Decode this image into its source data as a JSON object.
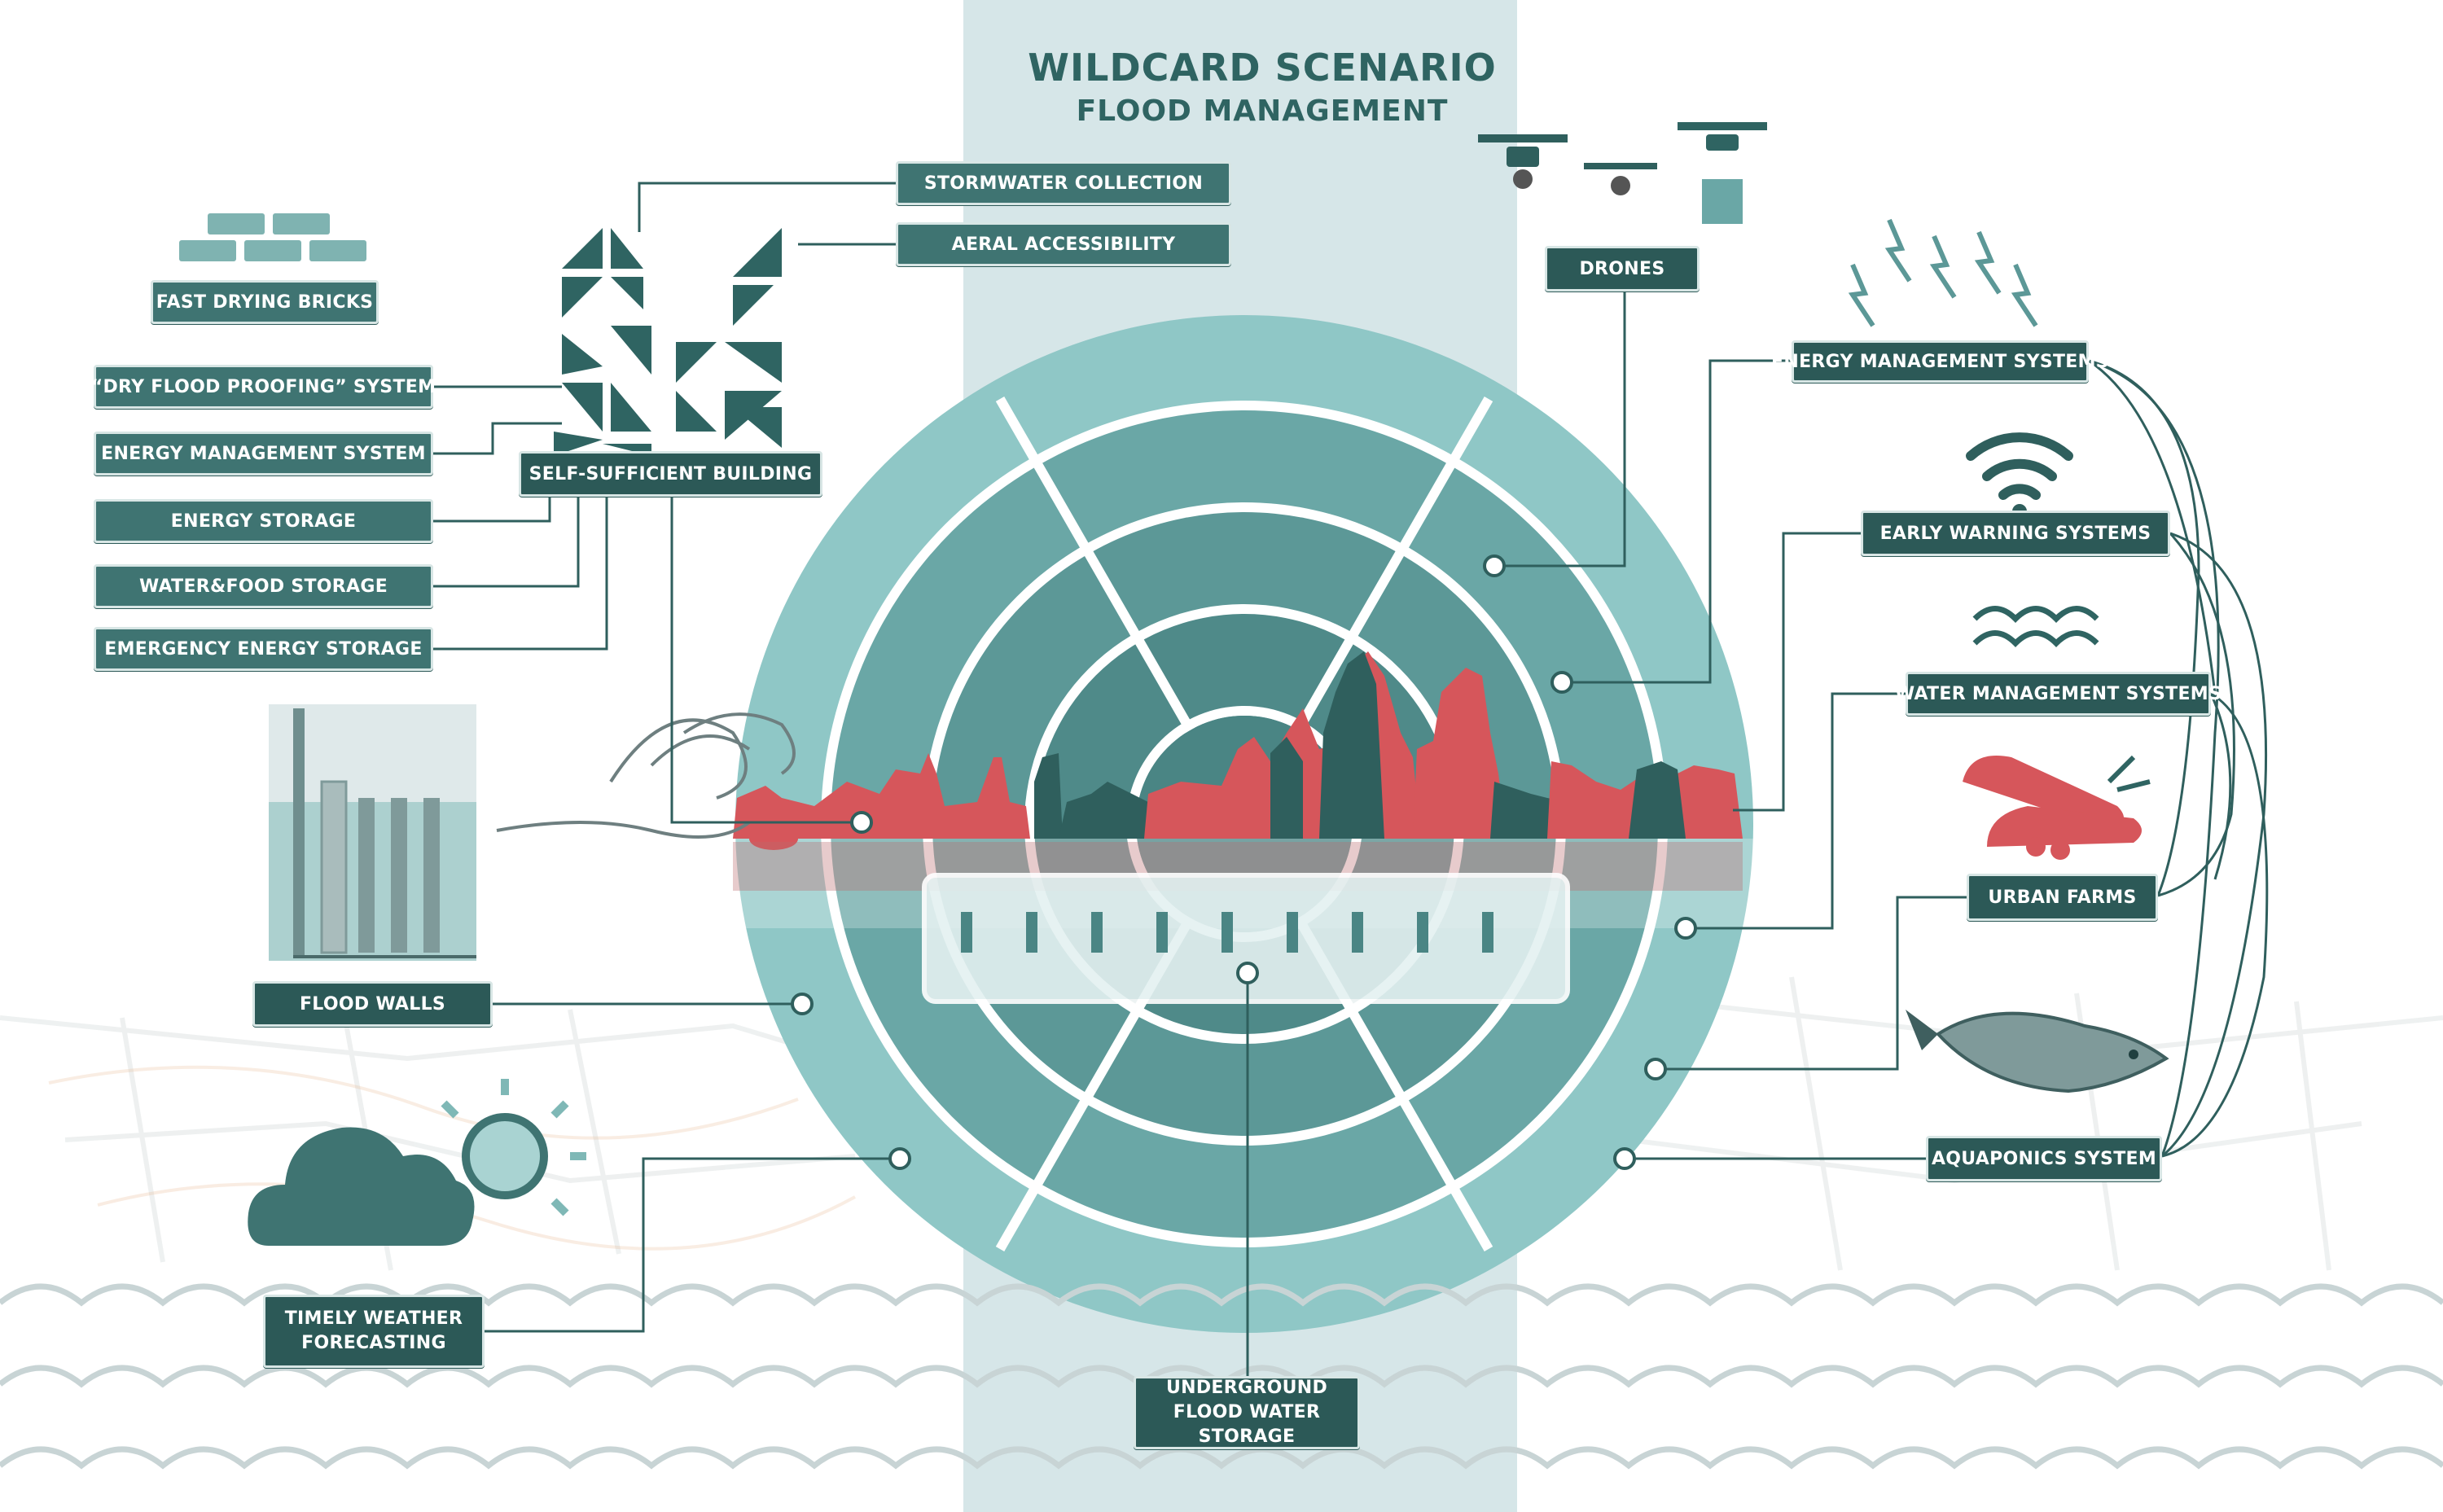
{
  "title": "WILDCARD SCENARIO",
  "subtitle": "FLOOD MANAGEMENT",
  "colors": {
    "teal_dark": "#2c5957",
    "teal": "#3f7472",
    "teal_mid": "#6aa7a6",
    "teal_light": "#8fc7c6",
    "band": "#d6e6e8",
    "skyline_red": "#d6565b",
    "skyline_dark": "#2f5f5d"
  },
  "labels": {
    "stormwater_collection": "STORMWATER COLLECTION",
    "aeral_accessibility": "AERAL ACCESSIBILITY",
    "fast_drying_bricks": "FAST DRYING BRICKS",
    "dry_flood_proofing": "“DRY FLOOD PROOFING” SYSTEM",
    "energy_management_system": "ENERGY MANAGEMENT SYSTEM",
    "energy_storage": "ENERGY STORAGE",
    "water_food_storage": "WATER&FOOD STORAGE",
    "emergency_energy_storage": "EMERGENCY ENERGY STORAGE",
    "self_sufficient_building": "SELF-SUFFICIENT BUILDING",
    "flood_walls": "FLOOD WALLS",
    "timely_weather_forecasting": "TIMELY WEATHER FORECASTING",
    "underground_flood_water_storage": "UNDERGROUND FLOOD WATER STORAGE",
    "drones": "DRONES",
    "energy_management_systems": "ENERGY MANAGEMENT SYSTEMS",
    "early_warning_systems": "EARLY WARNING SYSTEMS",
    "water_management_systems": "WATER MANAGEMENT SYSTEMS",
    "urban_farms": "URBAN FARMS",
    "aquaponics_system": "AQUAPONICS SYSTEM"
  },
  "icons": [
    "bricks-icon",
    "building-triangles-icon",
    "flood-wall-icon",
    "cloud-sun-icon",
    "drone-icon",
    "lightning-icon",
    "wifi-icon",
    "waves-icon",
    "carrot-icon",
    "fish-icon",
    "city-skyline-icon",
    "underground-tank-icon"
  ]
}
